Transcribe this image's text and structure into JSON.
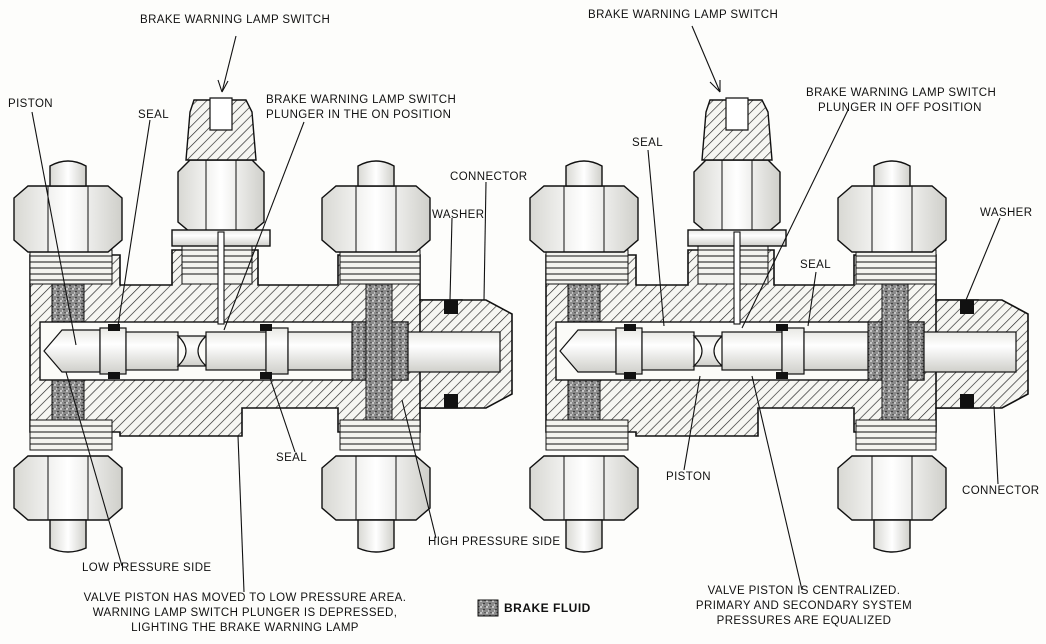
{
  "left_diagram": {
    "labels": {
      "switch": "BRAKE WARNING LAMP SWITCH",
      "piston": "PISTON",
      "seal_top": "SEAL",
      "plunger_line1": "BRAKE WARNING LAMP SWITCH",
      "plunger_line2": "PLUNGER IN THE ON POSITION",
      "connector": "CONNECTOR",
      "washer": "WASHER",
      "seal_bottom": "SEAL",
      "high_pressure": "HIGH PRESSURE SIDE",
      "low_pressure": "LOW PRESSURE SIDE"
    },
    "caption": [
      "VALVE PISTON HAS MOVED TO LOW PRESSURE AREA.",
      "WARNING LAMP SWITCH PLUNGER IS DEPRESSED,",
      "LIGHTING THE BRAKE WARNING LAMP"
    ]
  },
  "right_diagram": {
    "labels": {
      "switch": "BRAKE WARNING LAMP SWITCH",
      "plunger_line1": "BRAKE WARNING LAMP SWITCH",
      "plunger_line2": "PLUNGER IN OFF POSITION",
      "seal_top": "SEAL",
      "washer": "WASHER",
      "seal_mid": "SEAL",
      "piston": "PISTON",
      "connector": "CONNECTOR"
    },
    "caption": [
      "VALVE PISTON IS CENTRALIZED.",
      "PRIMARY AND SECONDARY SYSTEM",
      "PRESSURES ARE EQUALIZED"
    ]
  },
  "legend": {
    "label": "BRAKE FLUID",
    "icon": "brake-fluid-swatch-icon"
  }
}
